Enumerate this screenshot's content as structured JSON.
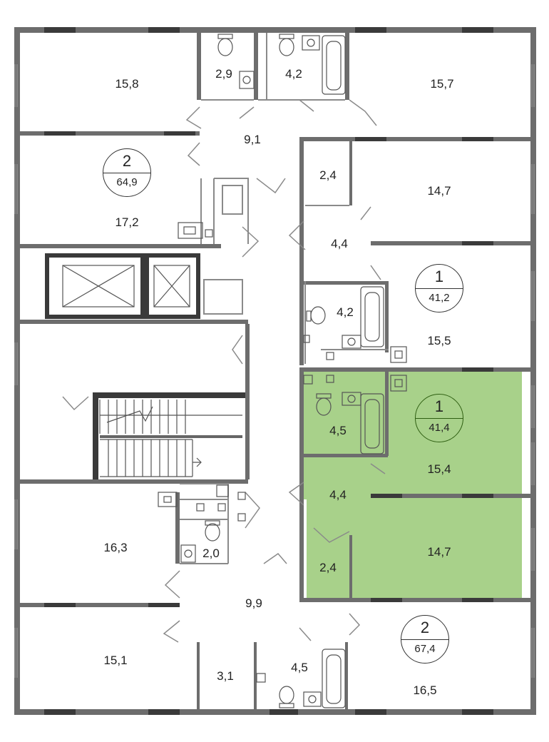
{
  "colors": {
    "highlight": "#a8d18a",
    "wall": "#6d6d6d",
    "thin": "#8a8a8a",
    "text": "#222222"
  },
  "apartments": [
    {
      "id": "apt-nw",
      "rooms": "2",
      "area": "64,9",
      "highlighted": false
    },
    {
      "id": "apt-e",
      "rooms": "1",
      "area": "41,2",
      "highlighted": false
    },
    {
      "id": "apt-sel",
      "rooms": "1",
      "area": "41,4",
      "highlighted": true
    },
    {
      "id": "apt-se",
      "rooms": "2",
      "area": "67,4",
      "highlighted": false
    }
  ],
  "rooms": [
    {
      "id": "r1",
      "area": "15,8"
    },
    {
      "id": "r2",
      "area": "2,9"
    },
    {
      "id": "r3",
      "area": "4,2"
    },
    {
      "id": "r4",
      "area": "15,7"
    },
    {
      "id": "r5",
      "area": "9,1"
    },
    {
      "id": "r6",
      "area": "2,4"
    },
    {
      "id": "r7",
      "area": "14,7"
    },
    {
      "id": "r8",
      "area": "17,2"
    },
    {
      "id": "r9",
      "area": "4,4"
    },
    {
      "id": "r10",
      "area": "4,2"
    },
    {
      "id": "r11",
      "area": "15,5"
    },
    {
      "id": "r12",
      "area": "4,5"
    },
    {
      "id": "r13",
      "area": "15,4"
    },
    {
      "id": "r14",
      "area": "4,4"
    },
    {
      "id": "r15",
      "area": "16,3"
    },
    {
      "id": "r16",
      "area": "2,0"
    },
    {
      "id": "r17",
      "area": "2,4"
    },
    {
      "id": "r18",
      "area": "14,7"
    },
    {
      "id": "r19",
      "area": "9,9"
    },
    {
      "id": "r20",
      "area": "15,1"
    },
    {
      "id": "r21",
      "area": "3,1"
    },
    {
      "id": "r22",
      "area": "4,5"
    },
    {
      "id": "r23",
      "area": "16,5"
    }
  ]
}
